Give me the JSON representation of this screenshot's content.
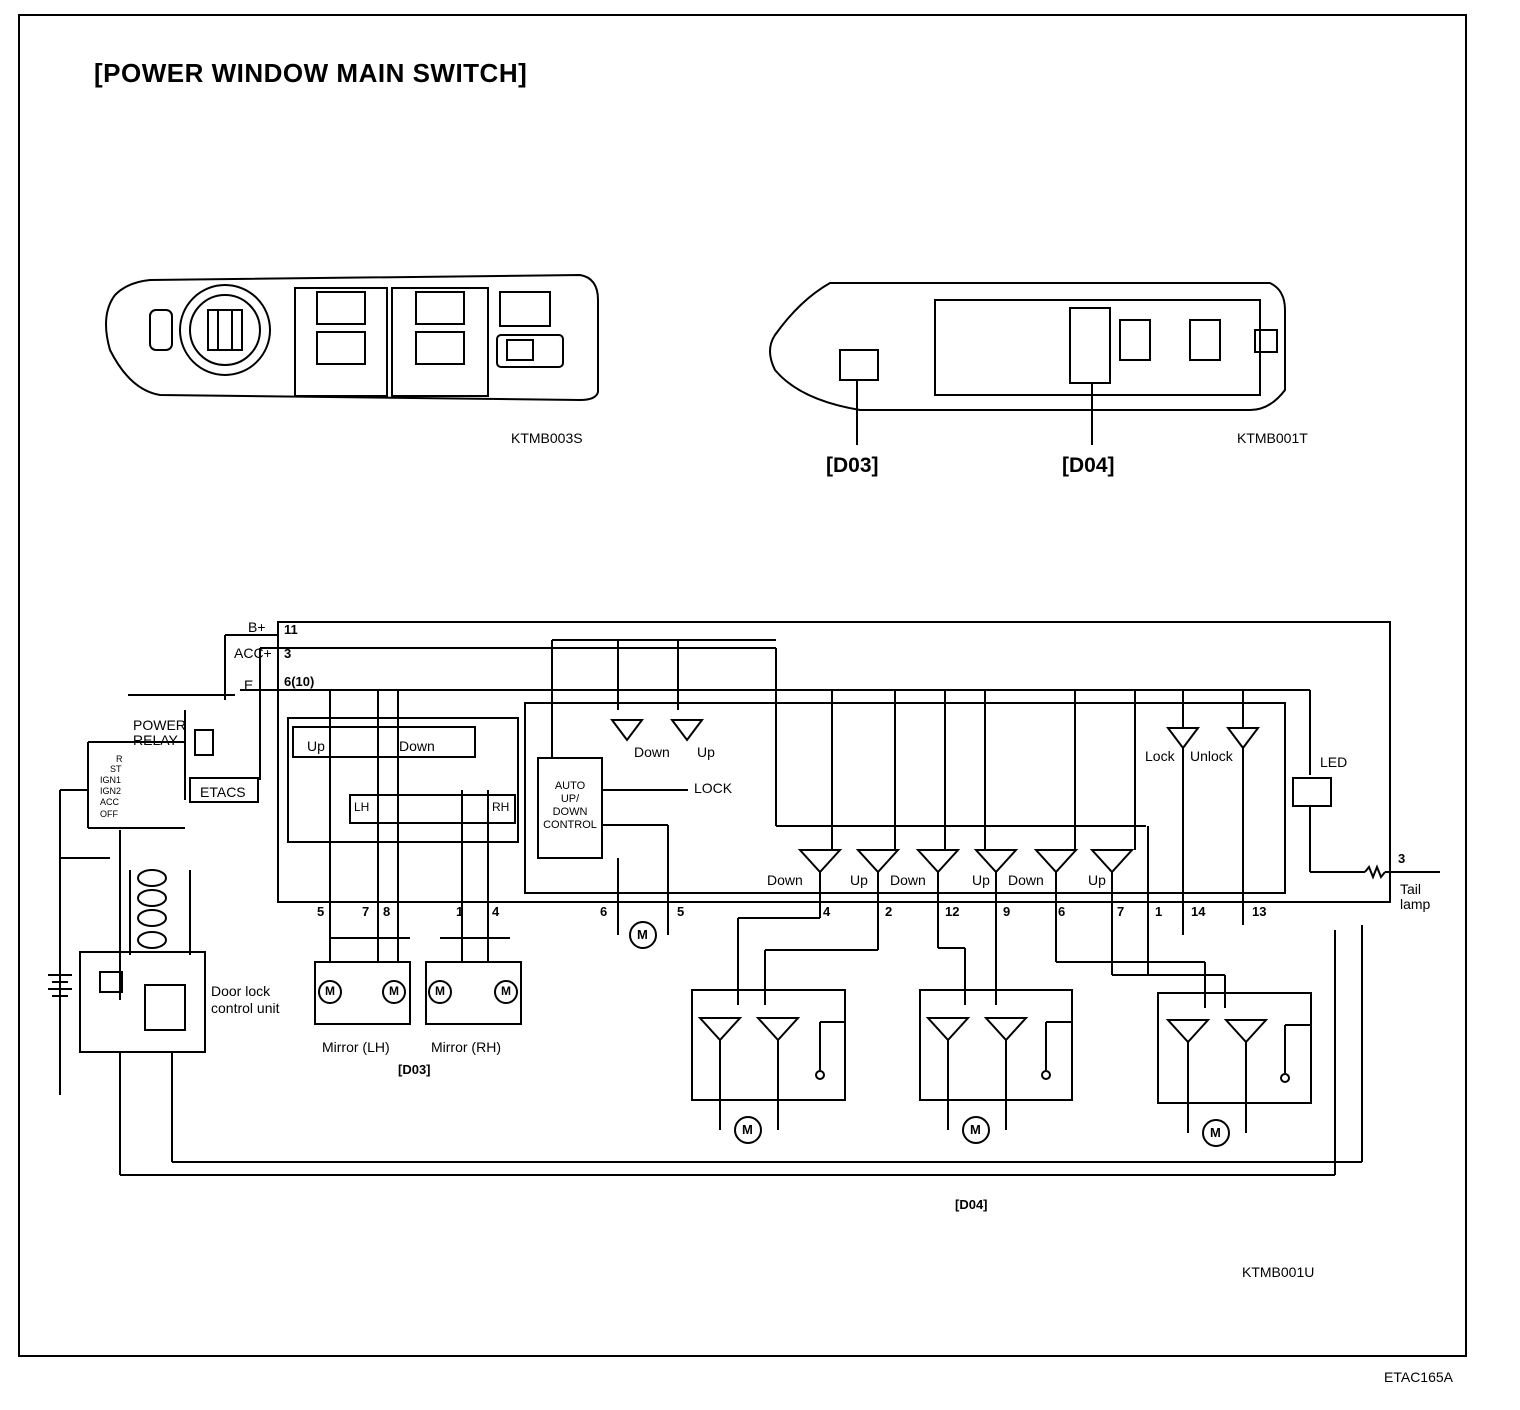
{
  "title": "[POWER WINDOW MAIN SWITCH]",
  "image_codes": {
    "front_view": "KTMB003S",
    "rear_view": "KTMB001T",
    "circuit": "KTMB001U",
    "figure": "ETAC165A"
  },
  "connectors": {
    "d03": "[D03]",
    "d04": "[D04]"
  },
  "supply": {
    "bplus": "B+",
    "acc": "ACC+",
    "ground": "E",
    "pin_bplus": "11",
    "pin_acc": "3",
    "pin_ground": "6(10)"
  },
  "relay": {
    "power_relay": "POWER\nRELAY",
    "etacs": "ETACS"
  },
  "ignition": {
    "r": "R",
    "st": "ST",
    "ign1": "IGN1",
    "ign2": "IGN2",
    "acc": "ACC",
    "off": "OFF"
  },
  "door_lock": "Door lock\ncontrol unit",
  "mirror": {
    "up": "Up",
    "down": "Down",
    "lh": "LH",
    "rh": "RH",
    "mirror_lh": "Mirror (LH)",
    "mirror_rh": "Mirror (RH)"
  },
  "auto_control": "AUTO\nUP/\nDOWN\nCONTROL",
  "switch_labels": {
    "down": "Down",
    "up": "Up",
    "lock": "LOCK",
    "lock_sw": "Lock",
    "unlock_sw": "Unlock",
    "led": "LED"
  },
  "tail": {
    "pin": "3",
    "label": "Tail\nlamp"
  },
  "motor": "M",
  "pins": {
    "p5": "5",
    "p7": "7",
    "p8": "8",
    "p1": "1",
    "p4": "4",
    "p6a": "6",
    "p5a": "5",
    "d4": "4",
    "d2": "2",
    "d12": "12",
    "d9": "9",
    "d6": "6",
    "d7": "7",
    "d1": "1",
    "d14": "14",
    "d13": "13"
  },
  "row_labels": {
    "l1": "Down",
    "l2": "Up",
    "l3": "Down",
    "l4": "Up",
    "l5": "Down",
    "l6": "Up"
  }
}
